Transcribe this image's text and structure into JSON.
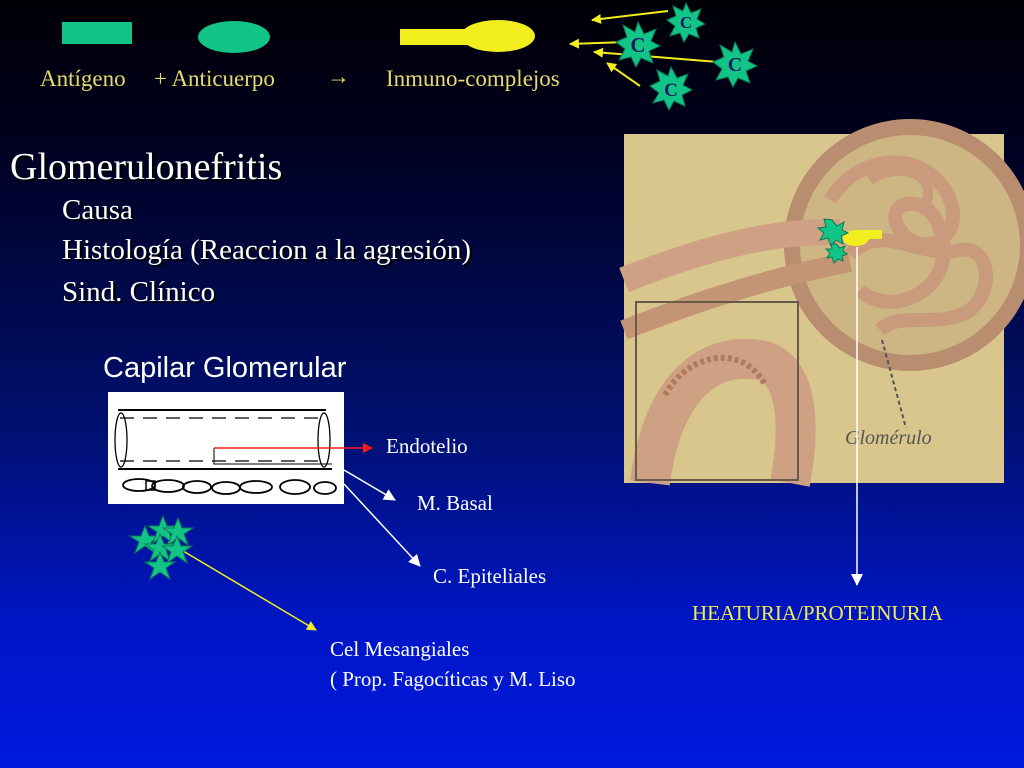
{
  "equation": {
    "antigen": "Antígeno",
    "antibody": "+ Anticuerpo",
    "arrow": "→",
    "immunocomplex": "Inmuno-complejos"
  },
  "complement": {
    "label": "C"
  },
  "title": "Glomerulonefritis",
  "bullets": [
    "Causa",
    "Histología (Reaccion a la agresión)",
    "Sind. Clínico"
  ],
  "capillary": {
    "title": "Capilar Glomerular",
    "labels": {
      "endotelio": "Endotelio",
      "basal": "M. Basal",
      "epiteliales": "C. Epiteliales",
      "mesangiales_1": "Cel Mesangiales",
      "mesangiales_2": "( Prop. Fagocíticas y M. Liso"
    }
  },
  "photo": {
    "caption": "Glomérulo"
  },
  "result": "HEATURIA/PROTEINURIA",
  "colors": {
    "antigen": "#12c486",
    "yellow": "#f2ee1e",
    "label_gold": "#e6dc6e",
    "photo_bg": "#d9c68c",
    "tubule": "#cfa184"
  }
}
